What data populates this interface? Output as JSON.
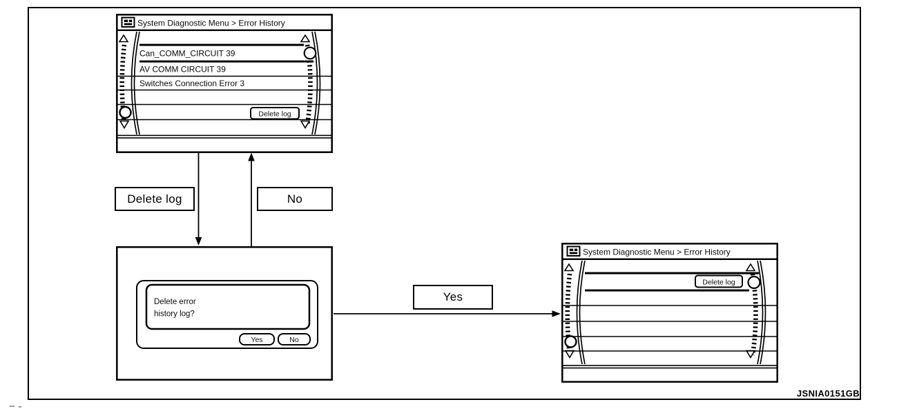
{
  "figure": {
    "code": "JSNIA0151GB"
  },
  "colors": {
    "ink": "#000000",
    "background": "#ffffff"
  },
  "screens": {
    "list": {
      "title": "System Diagnostic Menu > Error History",
      "rows": [
        "Can_COMM_CIRCUIT 39",
        "AV COMM CIRCUIT 39",
        "Switches Connection Error 3"
      ],
      "delete_log_button": "Delete log"
    },
    "confirm_dialog": {
      "message_line1": "Delete error",
      "message_line2": "history log?",
      "yes_button": "Yes",
      "no_button": "No"
    },
    "cleared": {
      "title": "System Diagnostic Menu > Error History",
      "delete_log_button": "Delete log"
    }
  },
  "flow_labels": {
    "delete_log": "Delete log",
    "no": "No",
    "yes": "Yes"
  }
}
